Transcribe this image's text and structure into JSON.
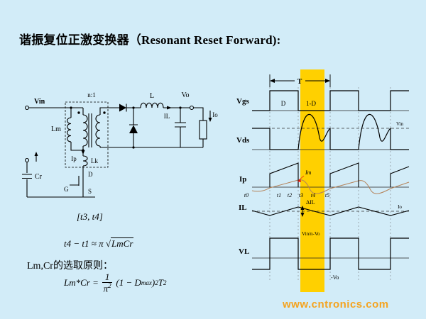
{
  "colors": {
    "background": "#d2ecf8",
    "highlight_band": "#ffd000",
    "watermark": "#f5a31e",
    "im_label": "#e8190f",
    "magnetizing_curve": "#b5835a"
  },
  "title": {
    "zh": "谐振复位正激变换器（",
    "en": "Resonant Reset Forward",
    "tail": "):"
  },
  "circuit": {
    "vin": "Vin",
    "turns": "n:1",
    "lm": "Lm",
    "ip": "Ip",
    "lk": "Lk",
    "drain": "D",
    "gate": "G",
    "source": "S",
    "cr": "Cr",
    "inductor": "L",
    "il": "IL",
    "vo": "Vo",
    "io": "Io"
  },
  "waveforms": {
    "vgs": "Vgs",
    "vds": "Vds",
    "ip": "Ip",
    "il": "IL",
    "vl": "VL",
    "period": "T",
    "duty": "D",
    "duty_off": "1-D",
    "vin": "Vin",
    "im": "Im",
    "io": "Io",
    "delta_il": "ΔIL",
    "vin_n_vo": "Vin/n-Vo",
    "neg_vo": "-Vo",
    "times": [
      "t0",
      "t1",
      "t2",
      "t3",
      "t4",
      "t5"
    ]
  },
  "notes": {
    "interval": "[t3, t4]",
    "f1_lhs": "t4 − t1 ≈ π",
    "f1_sqrt": "√",
    "f1_radicand": "LmCr",
    "principle": "Lm,Cr的选取原则：",
    "f2_lhs": "Lm*Cr =",
    "f2_num": "1",
    "f2_den": "π",
    "f2_den_exp": "2",
    "f2_p1": "(1 − D",
    "f2_sub": "max",
    "f2_p2": ")",
    "f2_exp1": "2",
    "f2_t": "T",
    "f2_exp2": "2"
  },
  "watermark": {
    "text": "www.cntronics.com"
  }
}
